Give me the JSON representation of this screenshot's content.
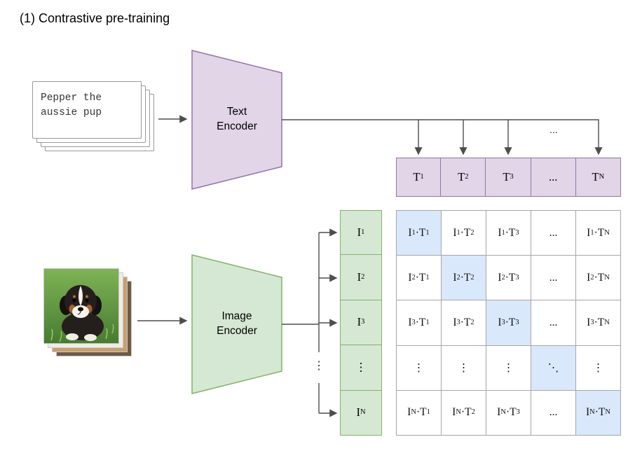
{
  "title": "(1) Contrastive pre-training",
  "text_input": {
    "caption": "Pepper the aussie pup"
  },
  "text_encoder": {
    "label": "Text Encoder"
  },
  "image_encoder": {
    "label": "Image Encoder"
  },
  "arrows": {
    "t_ellipsis": "...",
    "i_ellipsis": "⋮"
  },
  "text_embeddings": [
    "T1",
    "T2",
    "T3",
    "...",
    "TN"
  ],
  "image_embeddings": [
    "I1",
    "I2",
    "I3",
    "⋮",
    "IN"
  ],
  "matrix": {
    "highlight": "diagonal",
    "rows": [
      [
        "I1·T1",
        "I1·T2",
        "I1·T3",
        "...",
        "I1·TN"
      ],
      [
        "I2·T1",
        "I2·T2",
        "I2·T3",
        "...",
        "I2·TN"
      ],
      [
        "I3·T1",
        "I3·T2",
        "I3·T3",
        "...",
        "I3·TN"
      ],
      [
        "⋮",
        "⋮",
        "⋮",
        "⋱",
        "⋮"
      ],
      [
        "IN·T1",
        "IN·T2",
        "IN·T3",
        "...",
        "IN·TN"
      ]
    ]
  },
  "colors": {
    "purple_fill": "#e1d5e7",
    "purple_stroke": "#9673a6",
    "green_fill": "#d5e8d4",
    "green_stroke": "#82b366",
    "highlight_fill": "#dae8fc",
    "grid_stroke": "#a6a6a6",
    "arrow": "#4d4d4d"
  }
}
